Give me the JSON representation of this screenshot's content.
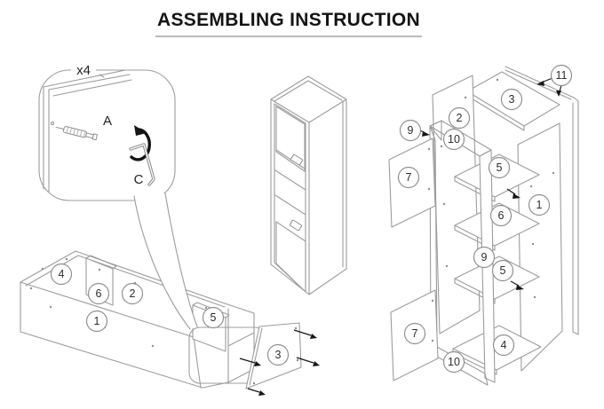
{
  "title": "ASSEMBLING INSTRUCTION",
  "detail_callout": {
    "quantity": "x4",
    "bolt_label": "A",
    "tool_label": "C"
  },
  "left_cabinet": {
    "badges": [
      "4",
      "6",
      "2",
      "1",
      "5",
      "3"
    ]
  },
  "exploded_view": {
    "badges": [
      "11",
      "3",
      "2",
      "9",
      "10",
      "7",
      "5",
      "1",
      "6",
      "9",
      "5",
      "7",
      "4",
      "10"
    ]
  },
  "colors": {
    "ink": "#141414",
    "line": "#9c9c9c"
  }
}
